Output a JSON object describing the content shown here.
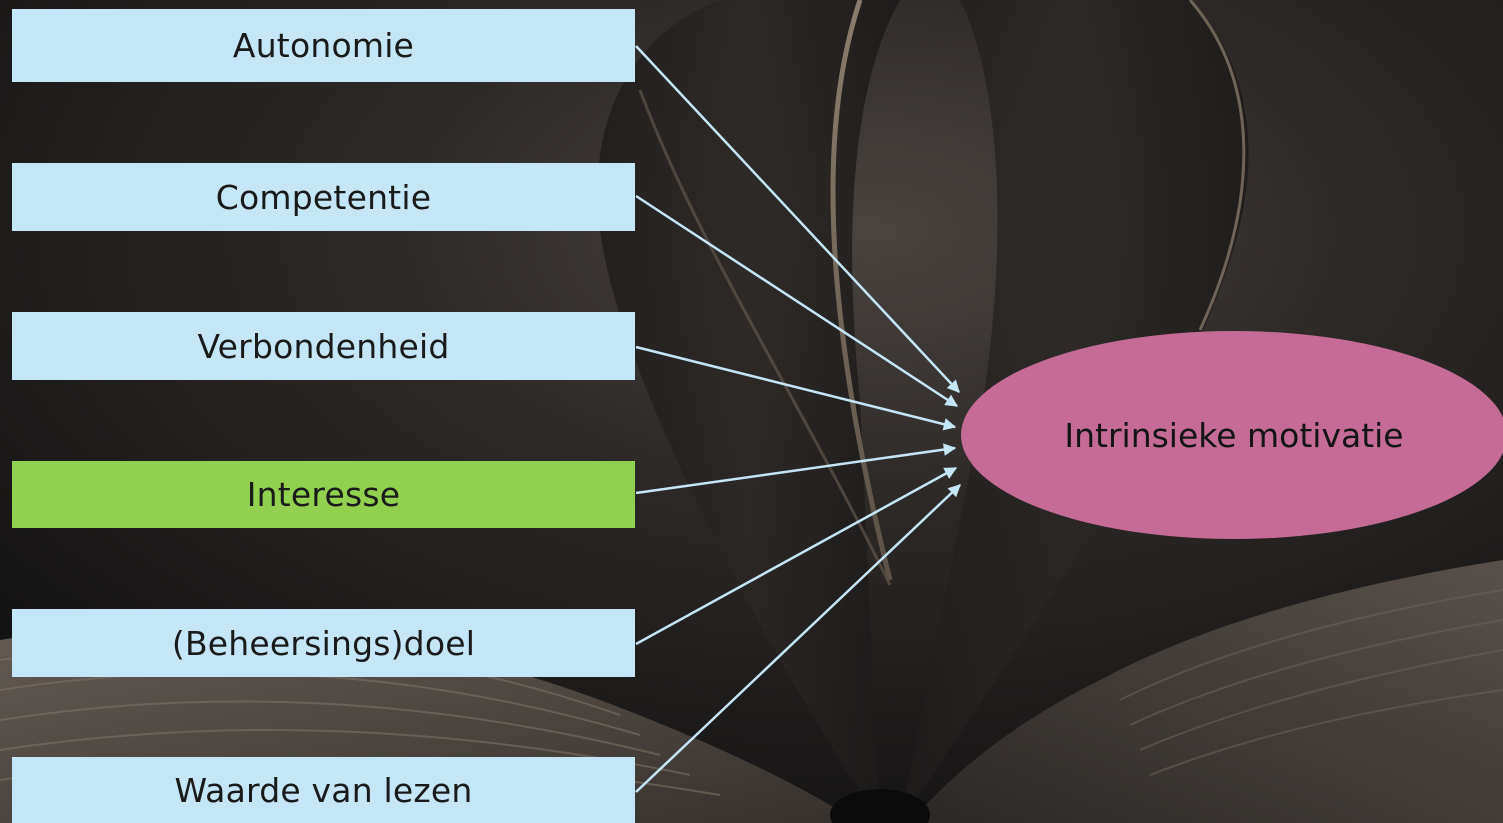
{
  "colors": {
    "box_default": "#c5e6f7",
    "box_highlight": "#92d050",
    "ellipse": "#c46c96",
    "arrow": "#c5e6f7"
  },
  "factors": [
    {
      "label": "Autonomie",
      "highlight": false
    },
    {
      "label": "Competentie",
      "highlight": false
    },
    {
      "label": "Verbondenheid",
      "highlight": false
    },
    {
      "label": "Interesse",
      "highlight": true
    },
    {
      "label": "(Beheersings)doel",
      "highlight": false
    },
    {
      "label": "Waarde van lezen",
      "highlight": false
    }
  ],
  "target": {
    "label": "Intrinsieke motivatie"
  }
}
